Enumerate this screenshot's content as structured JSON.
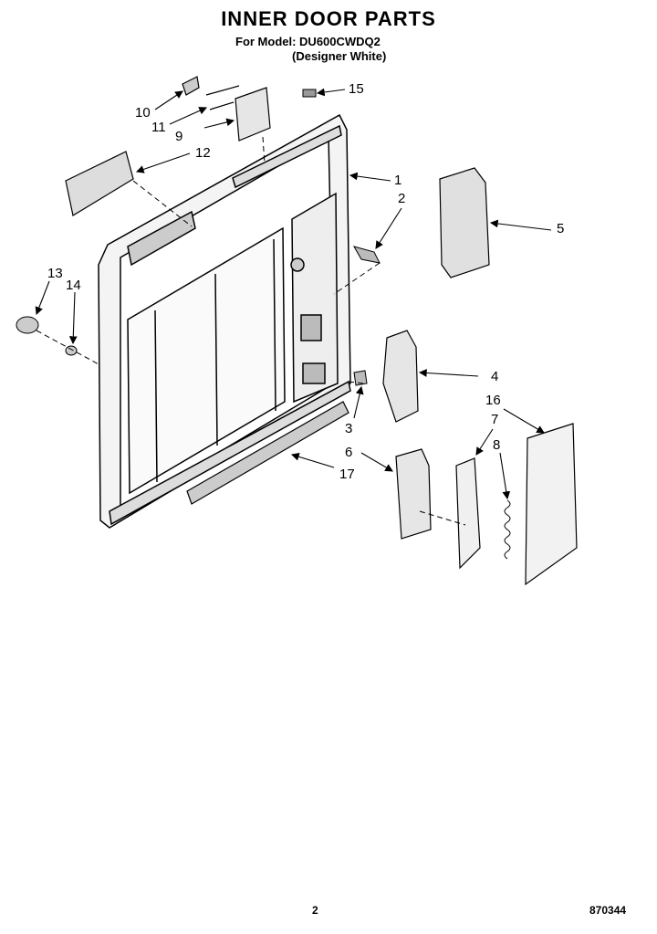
{
  "header": {
    "title": "INNER DOOR PARTS",
    "model_line": "For Model: DU600CWDQ2",
    "color_line": "(Designer White)"
  },
  "footer": {
    "page_number": "2",
    "doc_code": "870344"
  },
  "callouts": [
    "1",
    "2",
    "3",
    "4",
    "5",
    "6",
    "7",
    "8",
    "9",
    "10",
    "11",
    "12",
    "13",
    "14",
    "15",
    "16",
    "17"
  ]
}
